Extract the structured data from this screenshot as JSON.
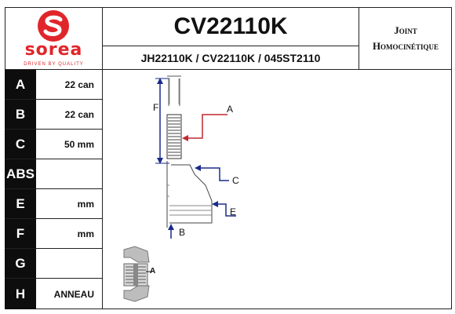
{
  "brand": {
    "name": "sorea",
    "tagline": "DRIVEN BY QUALITY",
    "color": "#e0262b"
  },
  "header": {
    "part_number": "CV22110K",
    "references": "JH22110K / CV22110K / 045ST2110",
    "category_line1": "Joint",
    "category_line2": "Homocinétique"
  },
  "specs": [
    {
      "letter": "A",
      "value": "22 can"
    },
    {
      "letter": "B",
      "value": "22 can"
    },
    {
      "letter": "C",
      "value": "50 mm"
    },
    {
      "letter": "ABS",
      "value": ""
    },
    {
      "letter": "E",
      "value": "mm"
    },
    {
      "letter": "F",
      "value": "mm"
    },
    {
      "letter": "G",
      "value": ""
    },
    {
      "letter": "H",
      "value": "ANNEAU"
    }
  ],
  "diagram": {
    "labels": {
      "a": "A",
      "b": "B",
      "c": "C",
      "e": "E",
      "f": "F",
      "inset_a": "A"
    },
    "colors": {
      "arrow_blue": "#1a2b8c",
      "arrow_red": "#c0282d",
      "outline": "#444444"
    }
  }
}
